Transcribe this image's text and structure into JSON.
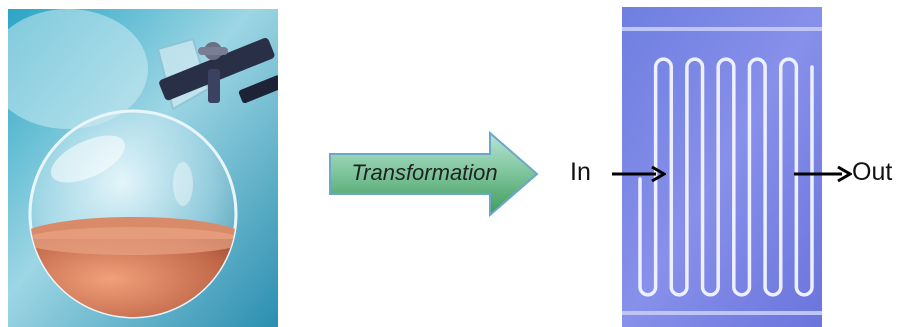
{
  "diagram": {
    "arrow_label": "Transformation",
    "inlet_label": "In",
    "outlet_label": "Out"
  },
  "images": {
    "left": "round-bottom-flask-photo",
    "right": "microreactor-chip-photo"
  },
  "colors": {
    "arrow_fill_top": "#9fd7c8",
    "arrow_fill_bottom": "#4aa56a",
    "arrow_stroke": "#6aa7c9",
    "chip_background": "#7a84e6",
    "channel": "#e9ecff",
    "liquid": "#c2694a"
  }
}
